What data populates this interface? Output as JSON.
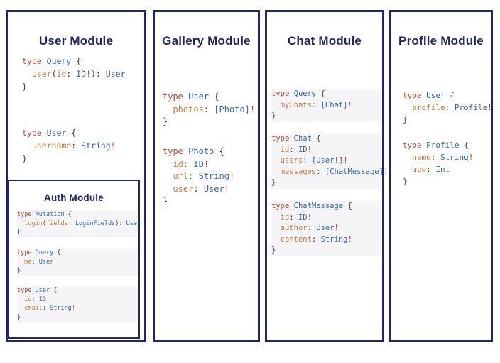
{
  "colors": {
    "navy": "#22275e",
    "kw": "#ad4a3f",
    "tn": "#3866ae",
    "fn": "#c27d3e",
    "pn": "#3f3f3f",
    "bang": "#c0392b",
    "shade": "#f5f5f7",
    "page_bg": "#ffffff"
  },
  "modules": {
    "user": {
      "title": "User Module",
      "blocks": [
        [
          [
            [
              "kw",
              "type"
            ],
            [
              "pn",
              " "
            ],
            [
              "tn",
              "Query"
            ],
            [
              "pn",
              " {"
            ]
          ],
          [
            [
              "pn",
              "  "
            ],
            [
              "fn",
              "user"
            ],
            [
              "pn",
              "("
            ],
            [
              "fn",
              "id"
            ],
            [
              "pn",
              ": "
            ],
            [
              "tn",
              "ID"
            ],
            [
              "bang",
              "!"
            ],
            [
              "pn",
              "): "
            ],
            [
              "tn",
              "User"
            ]
          ],
          [
            [
              "pn",
              "}"
            ]
          ]
        ],
        [
          [
            [
              "kw",
              "type"
            ],
            [
              "pn",
              " "
            ],
            [
              "tn",
              "User"
            ],
            [
              "pn",
              " {"
            ]
          ],
          [
            [
              "pn",
              "  "
            ],
            [
              "fn",
              "username"
            ],
            [
              "pn",
              ": "
            ],
            [
              "tn",
              "String"
            ],
            [
              "bang",
              "!"
            ]
          ],
          [
            [
              "pn",
              "}"
            ]
          ]
        ]
      ]
    },
    "auth": {
      "title": "Auth Module",
      "blocks": [
        [
          [
            [
              "kw",
              "type"
            ],
            [
              "pn",
              " "
            ],
            [
              "tn",
              "Mutation"
            ],
            [
              "pn",
              " {"
            ]
          ],
          [
            [
              "pn",
              "  "
            ],
            [
              "fn",
              "login"
            ],
            [
              "pn",
              "("
            ],
            [
              "fn",
              "fields"
            ],
            [
              "pn",
              ": "
            ],
            [
              "tn",
              "LoginFields"
            ],
            [
              "pn",
              "): "
            ],
            [
              "tn",
              "User"
            ]
          ],
          [
            [
              "pn",
              "}"
            ]
          ]
        ],
        [
          [
            [
              "kw",
              "type"
            ],
            [
              "pn",
              " "
            ],
            [
              "tn",
              "Query"
            ],
            [
              "pn",
              " {"
            ]
          ],
          [
            [
              "pn",
              "  "
            ],
            [
              "fn",
              "me"
            ],
            [
              "pn",
              ": "
            ],
            [
              "tn",
              "User"
            ]
          ],
          [
            [
              "pn",
              "}"
            ]
          ]
        ],
        [
          [
            [
              "kw",
              "type"
            ],
            [
              "pn",
              " "
            ],
            [
              "tn",
              "User"
            ],
            [
              "pn",
              " {"
            ]
          ],
          [
            [
              "pn",
              "  "
            ],
            [
              "fn",
              "id"
            ],
            [
              "pn",
              ": "
            ],
            [
              "tn",
              "ID"
            ],
            [
              "bang",
              "!"
            ]
          ],
          [
            [
              "pn",
              "  "
            ],
            [
              "fn",
              "email"
            ],
            [
              "pn",
              ": "
            ],
            [
              "tn",
              "String"
            ],
            [
              "bang",
              "!"
            ]
          ],
          [
            [
              "pn",
              "}"
            ]
          ]
        ]
      ]
    },
    "gallery": {
      "title": "Gallery Module",
      "blocks": [
        [
          [
            [
              "kw",
              "type"
            ],
            [
              "pn",
              " "
            ],
            [
              "tn",
              "User"
            ],
            [
              "pn",
              " {"
            ]
          ],
          [
            [
              "pn",
              "  "
            ],
            [
              "fn",
              "photos"
            ],
            [
              "pn",
              ": "
            ],
            [
              "tn",
              "[Photo]"
            ],
            [
              "bang",
              "!"
            ]
          ],
          [
            [
              "pn",
              "}"
            ]
          ]
        ],
        [
          [
            [
              "kw",
              "type"
            ],
            [
              "pn",
              " "
            ],
            [
              "tn",
              "Photo"
            ],
            [
              "pn",
              " {"
            ]
          ],
          [
            [
              "pn",
              "  "
            ],
            [
              "fn",
              "id"
            ],
            [
              "pn",
              ": "
            ],
            [
              "tn",
              "ID"
            ],
            [
              "bang",
              "!"
            ]
          ],
          [
            [
              "pn",
              "  "
            ],
            [
              "fn",
              "url"
            ],
            [
              "pn",
              ": "
            ],
            [
              "tn",
              "String"
            ],
            [
              "bang",
              "!"
            ]
          ],
          [
            [
              "pn",
              "  "
            ],
            [
              "fn",
              "user"
            ],
            [
              "pn",
              ": "
            ],
            [
              "tn",
              "User"
            ],
            [
              "bang",
              "!"
            ]
          ],
          [
            [
              "pn",
              "}"
            ]
          ]
        ]
      ]
    },
    "chat": {
      "title": "Chat Module",
      "blocks": [
        [
          [
            [
              "kw",
              "type"
            ],
            [
              "pn",
              " "
            ],
            [
              "tn",
              "Query"
            ],
            [
              "pn",
              " {"
            ]
          ],
          [
            [
              "pn",
              "  "
            ],
            [
              "fn",
              "myChats"
            ],
            [
              "pn",
              ": "
            ],
            [
              "tn",
              "[Chat]"
            ],
            [
              "bang",
              "!"
            ]
          ],
          [
            [
              "pn",
              "}"
            ]
          ]
        ],
        [
          [
            [
              "kw",
              "type"
            ],
            [
              "pn",
              " "
            ],
            [
              "tn",
              "Chat"
            ],
            [
              "pn",
              " {"
            ]
          ],
          [
            [
              "pn",
              "  "
            ],
            [
              "fn",
              "id"
            ],
            [
              "pn",
              ": "
            ],
            [
              "tn",
              "ID"
            ],
            [
              "bang",
              "!"
            ]
          ],
          [
            [
              "pn",
              "  "
            ],
            [
              "fn",
              "users"
            ],
            [
              "pn",
              ": "
            ],
            [
              "tn",
              "[User"
            ],
            [
              "bang",
              "!"
            ],
            [
              "tn",
              "]"
            ],
            [
              "bang",
              "!"
            ]
          ],
          [
            [
              "pn",
              "  "
            ],
            [
              "fn",
              "messages"
            ],
            [
              "pn",
              ": "
            ],
            [
              "tn",
              "[ChatMessage]"
            ],
            [
              "bang",
              "!"
            ]
          ],
          [
            [
              "pn",
              "}"
            ]
          ]
        ],
        [
          [
            [
              "kw",
              "type"
            ],
            [
              "pn",
              " "
            ],
            [
              "tn",
              "ChatMessage"
            ],
            [
              "pn",
              " {"
            ]
          ],
          [
            [
              "pn",
              "  "
            ],
            [
              "fn",
              "id"
            ],
            [
              "pn",
              ": "
            ],
            [
              "tn",
              "ID"
            ],
            [
              "bang",
              "!"
            ]
          ],
          [
            [
              "pn",
              "  "
            ],
            [
              "fn",
              "author"
            ],
            [
              "pn",
              ": "
            ],
            [
              "tn",
              "User"
            ],
            [
              "bang",
              "!"
            ]
          ],
          [
            [
              "pn",
              "  "
            ],
            [
              "fn",
              "content"
            ],
            [
              "pn",
              ": "
            ],
            [
              "tn",
              "String"
            ],
            [
              "bang",
              "!"
            ]
          ],
          [
            [
              "pn",
              "}"
            ]
          ]
        ]
      ]
    },
    "profile": {
      "title": "Profile Module",
      "blocks": [
        [
          [
            [
              "kw",
              "type"
            ],
            [
              "pn",
              " "
            ],
            [
              "tn",
              "User"
            ],
            [
              "pn",
              " {"
            ]
          ],
          [
            [
              "pn",
              "  "
            ],
            [
              "fn",
              "profile"
            ],
            [
              "pn",
              ": "
            ],
            [
              "tn",
              "Profile"
            ],
            [
              "bang",
              "!"
            ]
          ],
          [
            [
              "pn",
              "}"
            ]
          ]
        ],
        [
          [
            [
              "kw",
              "type"
            ],
            [
              "pn",
              " "
            ],
            [
              "tn",
              "Profile"
            ],
            [
              "pn",
              " {"
            ]
          ],
          [
            [
              "pn",
              "  "
            ],
            [
              "fn",
              "name"
            ],
            [
              "pn",
              ": "
            ],
            [
              "tn",
              "String"
            ],
            [
              "bang",
              "!"
            ]
          ],
          [
            [
              "pn",
              "  "
            ],
            [
              "fn",
              "age"
            ],
            [
              "pn",
              ": "
            ],
            [
              "tn",
              "Int"
            ]
          ],
          [
            [
              "pn",
              "}"
            ]
          ]
        ]
      ]
    }
  }
}
